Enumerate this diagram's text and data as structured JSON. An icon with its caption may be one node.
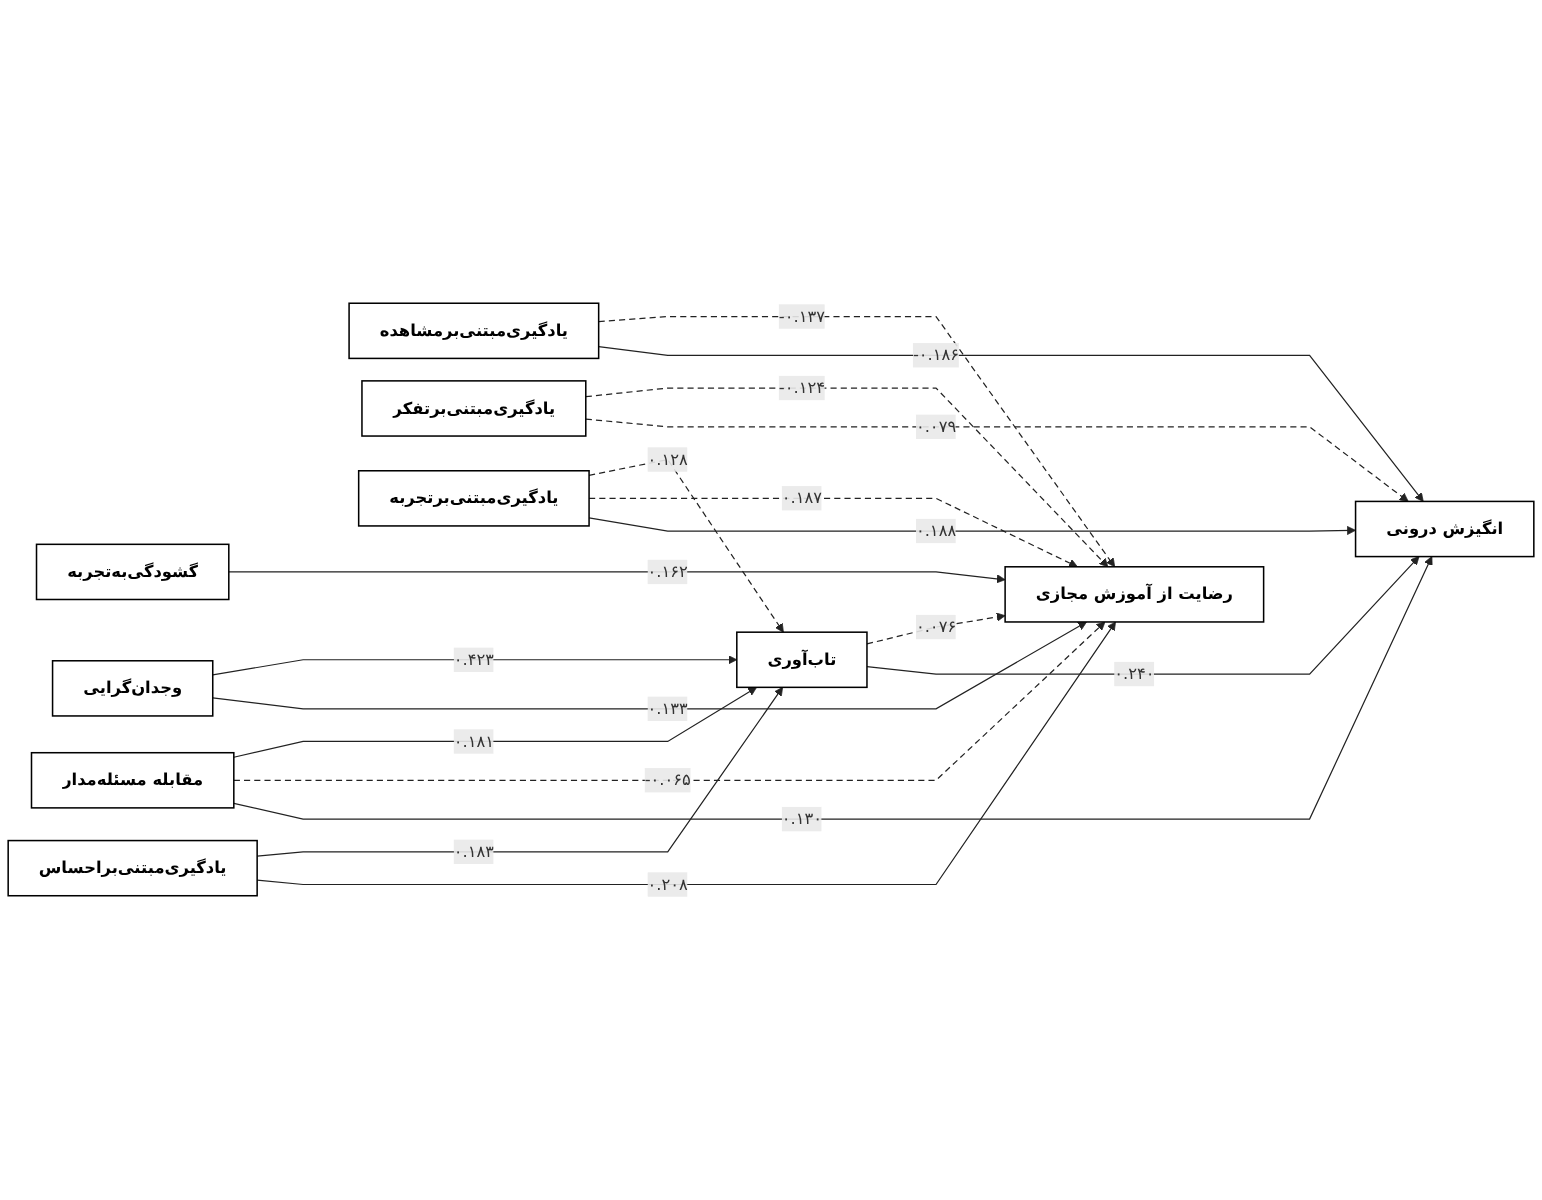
{
  "diagram": {
    "nodes": [
      {
        "text": [
          "وجدان‌گرایی"
        ]
      },
      {
        "text": [
          "گشودگی‌به‌تجربه"
        ]
      },
      {
        "text": [
          "مقابله مسئله‌مدار"
        ]
      },
      {
        "text": [
          "یادگیری‌مبتنی‌بر‌احساس"
        ]
      },
      {
        "text": [
          "یادگیری‌مبتنی‌بر‌مشاهده"
        ]
      },
      {
        "text": [
          "یادگیری‌مبتنی‌بر‌تفکر"
        ]
      },
      {
        "text": [
          "یادگیری‌مبتنی‌بر‌تجربه"
        ]
      },
      {
        "text": [
          "تاب‌آوری"
        ]
      },
      {
        "text": [
          "رضایت از آموزش مجازی"
        ]
      },
      {
        "text": [
          "انگیزش درونی"
        ]
      }
    ],
    "edges": [
      {
        "from": 0,
        "to": 7,
        "arrow": "to",
        "label": "۰.۴۲۳"
      },
      {
        "from": 0,
        "to": 8,
        "arrow": "to",
        "label": "۰.۱۳۳"
      },
      {
        "from": 1,
        "to": 8,
        "arrow": "to",
        "label": "۰.۱۶۲"
      },
      {
        "from": 2,
        "to": 7,
        "arrow": "to",
        "label": "۰.۱۸۱"
      },
      {
        "from": 2,
        "to": 8,
        "arrow": "to",
        "label": "-۰.۰۶۵",
        "style": "dashed"
      },
      {
        "from": 2,
        "to": 9,
        "arrow": "to",
        "label": "۰.۱۳۰"
      },
      {
        "from": 3,
        "to": 7,
        "arrow": "to",
        "label": "۰.۱۸۳"
      },
      {
        "from": 3,
        "to": 8,
        "arrow": "to",
        "label": "۰.۲۰۸"
      },
      {
        "from": 4,
        "to": 8,
        "arrow": "to",
        "label": "-۰.۱۳۷",
        "style": "dashed"
      },
      {
        "from": 4,
        "to": 9,
        "arrow": "to",
        "label": "-۰.۱۸۶"
      },
      {
        "from": 5,
        "to": 8,
        "arrow": "to",
        "label": "-۰.۱۲۴",
        "style": "dashed"
      },
      {
        "from": 5,
        "to": 9,
        "arrow": "to",
        "label": "۰.۰۷۹",
        "style": "dashed"
      },
      {
        "from": 6,
        "to": 7,
        "arrow": "to",
        "label": "۰.۱۲۸",
        "style": "dashed"
      },
      {
        "from": 6,
        "to": 8,
        "arrow": "to",
        "label": "۰.۱۸۷",
        "style": "dashed"
      },
      {
        "from": 6,
        "to": 9,
        "arrow": "to",
        "label": "۰.۱۸۸"
      },
      {
        "from": 7,
        "to": 8,
        "arrow": "to",
        "label": "۰.۰۷۶",
        "style": "dashed"
      },
      {
        "from": 7,
        "to": 9,
        "arrow": "to",
        "label": "۰.۲۴۰"
      }
    ]
  }
}
